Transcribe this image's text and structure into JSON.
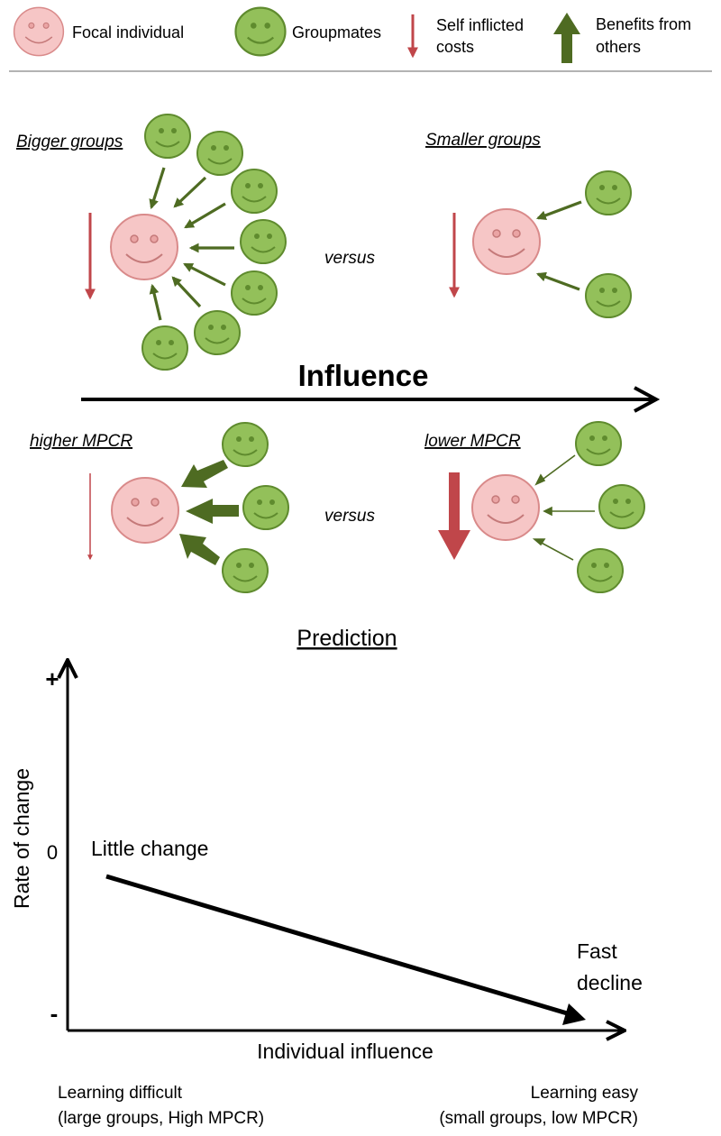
{
  "legend": {
    "focal_label": "Focal individual",
    "groupmates_label": "Groupmates",
    "costs_label_line1": "Self inflicted",
    "costs_label_line2": "costs",
    "benefits_label_line1": "Benefits from",
    "benefits_label_line2": "others"
  },
  "panels": {
    "bigger_groups": "Bigger groups",
    "smaller_groups": "Smaller groups",
    "versus_top": "versus",
    "influence": "Influence",
    "higher_mpcr": "higher MPCR",
    "lower_mpcr": "lower MPCR",
    "versus_bottom": "versus"
  },
  "prediction": {
    "title": "Prediction",
    "y_axis_label": "Rate of change",
    "y_tick_plus": "+",
    "y_tick_zero": "0",
    "y_tick_minus": "-",
    "x_axis_label": "Individual influence",
    "start_annotation": "Little change",
    "end_annotation_line1": "Fast",
    "end_annotation_line2": "decline",
    "left_caption_line1": "Learning difficult",
    "left_caption_line2": "(large groups, High MPCR)",
    "right_caption_line1": "Learning easy",
    "right_caption_line2": "(small groups, low MPCR)"
  },
  "colors": {
    "focal_fill": "#f6c6c6",
    "focal_stroke": "#d98a8a",
    "groupmate_fill": "#93c05a",
    "groupmate_stroke": "#5f8b2e",
    "benefit_arrow": "#4e6b22",
    "cost_arrow": "#c0464a"
  }
}
